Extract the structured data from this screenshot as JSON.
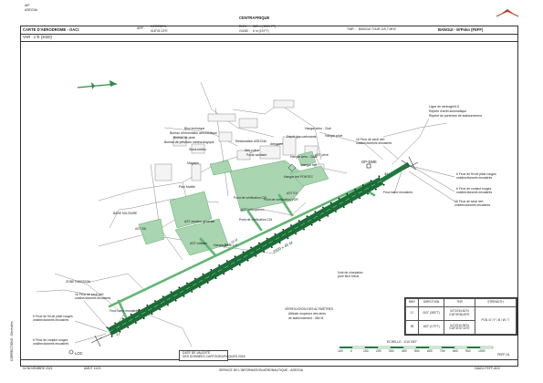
{
  "header": {
    "aip": "AIP",
    "asecna": "ASECNA",
    "country": "CENTRAFRIQUE",
    "chart_title": "CARTE D'AÉRODROME - OACI",
    "arp_label": "ARP :",
    "arp_lat": "04°23'53\"N",
    "arp_lon": "018°31'13\"E",
    "elev_label": "ELEV :",
    "elev_value": "369 m (1209 FT)",
    "gund_label": "GUND :",
    "gund_value": "6 m (19 FT)",
    "twr_label": "TWR :",
    "twr_value": "BANGUI TOUR 119,7 MHZ",
    "aerodrome": "BANGUI - M'Poko (FEFF)",
    "var": "VAR : 1°E (2020)"
  },
  "labels": {
    "bloc_technique": "Bloc technique",
    "bureau_info": "Bureau d'information aéronautique",
    "bureau_piste": "Bureau de piste",
    "bureau_meteo": "Bureau de prévision météorologique",
    "stockmeteo": "Stock météo",
    "magasin": "Magasin",
    "parc_mobile": "Parc Mobile",
    "restauration": "Restauration ASECNA",
    "abri_police": "Abri police",
    "poste_sanitaire": "Poste sanitaire",
    "aerogare": "Aérogare",
    "depot": "Dépôt des carburants",
    "hangar_air_club": "Hangar Aéro - Club",
    "hangar_prive": "Hangar privé",
    "hangar_air_club2": "Hangar Aéro - Club",
    "ast_prive": "AST privé",
    "hangar_fret": "Hangar fret",
    "hangar_fret_pontec": "Hangar fret PONTEC",
    "ast_ex": "AST EX",
    "point_verif_vor": "Point de vérification VOR",
    "point_verif_cdi": "Point de vérification CDI",
    "point_verif_cdi2": "Point de vérification CDI",
    "base_militaire": "BASE MILITAIRE",
    "ast_aviation_generale": "AST aviation générale",
    "ast_militaire": "AST militaire",
    "hangar_base_lh": "Hangar Base L.H",
    "ast_bil": "AST BIL",
    "ast_helicopteres": "AST hélicoptères",
    "zone_emission": "ZONE EMISSION",
    "feux_rwy35_lines": [
      "16 Feux de seuil vert",
      "unidirectionnels encastrés"
    ],
    "feux_fin_rwy_lines": [
      "6 Feux de fin de piste rouges",
      "unidirectionnels encastrés"
    ],
    "feux_contact_lines": [
      "6 Feux de contact rouges",
      "unidirectionnels encastrés"
    ],
    "feux_barre": "Feux barre encastrés",
    "feux_seuil_right_lines": [
      "16 Feux de seuil vert",
      "unidirectionnels encastrés"
    ],
    "feux_fin_right_lines": [
      "6 Feux de fin de piste rouges",
      "unidirectionnels encastrés"
    ],
    "feux_contact_right_lines": [
      "6 Feux de contact rouges",
      "unidirectionnels encastrés"
    ],
    "feux_barre_right": "Feux barre encastrés",
    "bangui_vor": "BGI VOR",
    "dme_label": "GP-DME",
    "loc_label": "LOC",
    "rwy_label": "2600 x 45 M",
    "twy_label": "350 x 23 M",
    "rwy_desig_left": "17",
    "rwy_desig_right": "35",
    "voie_circulation_lines": [
      "Voie de circulation",
      "pour feux bleus"
    ],
    "verif_alt_lines": [
      "VÉRIFICATION DES ALTIMÈTRES",
      "Altitude moyenne des aires",
      "de stationnement : 364 M"
    ],
    "date_validite_lines": [
      "DATE DE VALIDITÉ",
      "DES DONNÉES CARTOGRAPHIQUES 2018"
    ],
    "ils_note_lines": [
      "Ligne de centrage/ILS",
      "Repère d'arrêt automatique",
      "Repère de porte/axe de stationnement"
    ],
    "echelle": "ECHELLE : 1/10 000°",
    "scale_ticks": [
      "100",
      "0",
      "100",
      "200",
      "300",
      "400",
      "500",
      "600",
      "700",
      "800",
      "900",
      "1000"
    ]
  },
  "rwy_table": {
    "headers": [
      "RWY",
      "DIRECTION",
      "THR",
      "STRENGTH"
    ],
    "rows": [
      [
        "17",
        "003° (353°T)",
        "04°24'34.81\"N",
        "018°30'36.49\"E",
        "PCN 47 / F / B / W / T"
      ],
      [
        "35",
        "183° (173°T)",
        "04°23'10.93\"N",
        "018°31'57.02\"E",
        ""
      ]
    ]
  },
  "footer": {
    "date": "04 NOVEMBRE 2021",
    "amdt": "AMDT 11/21",
    "service": "SERVICE DE L'INFORMATION AÉRONAUTIQUE - ASECNA",
    "code": "04AD2-FEFF-ADC",
    "side_note": "CORRECTIONS : Générales",
    "code2": "FEFF-01"
  },
  "colors": {
    "runway": "#1e7a3c",
    "apron": "#a9d5b0",
    "taxiway": "#62b574",
    "lines": "#8a8a8a",
    "dark": "#333333"
  }
}
